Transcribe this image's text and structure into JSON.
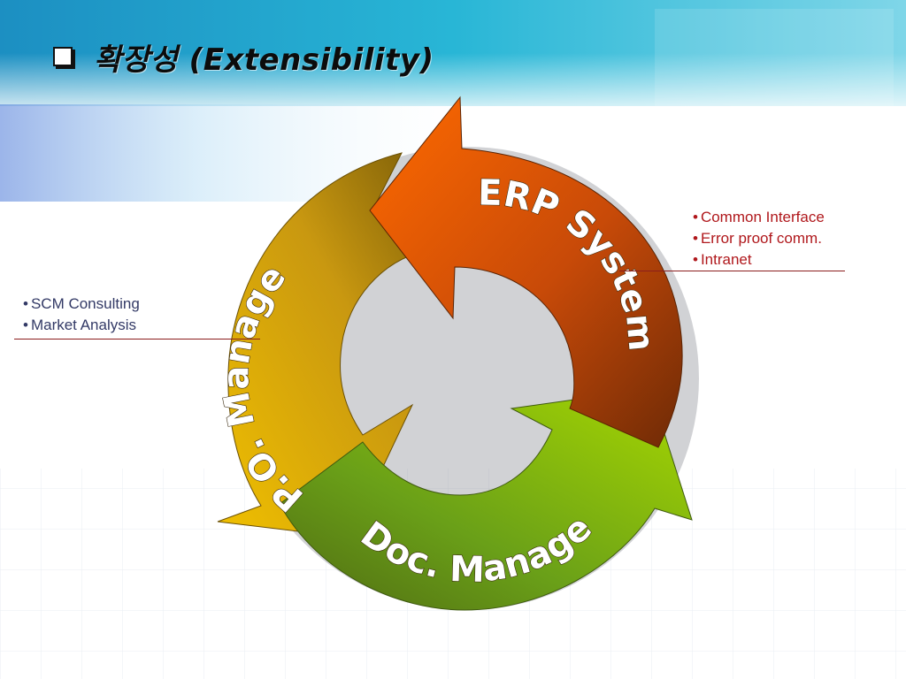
{
  "slide": {
    "title": "확장성 (Extensibility)"
  },
  "cycle": {
    "segments": [
      {
        "label": "ERP System",
        "color": "#c84a08"
      },
      {
        "label": "Doc. Manage",
        "color": "#6aa018"
      },
      {
        "label": "P.O. Manage",
        "color": "#c99810"
      }
    ]
  },
  "notes": {
    "left": [
      "SCM Consulting",
      "Market Analysis"
    ],
    "right": [
      "Common Interface",
      "Error proof comm.",
      "Intranet"
    ]
  },
  "colors": {
    "title": "#0c0c0c",
    "left_note": "#333a66",
    "right_note": "#b0181c",
    "banner": "#1aa0c8"
  }
}
